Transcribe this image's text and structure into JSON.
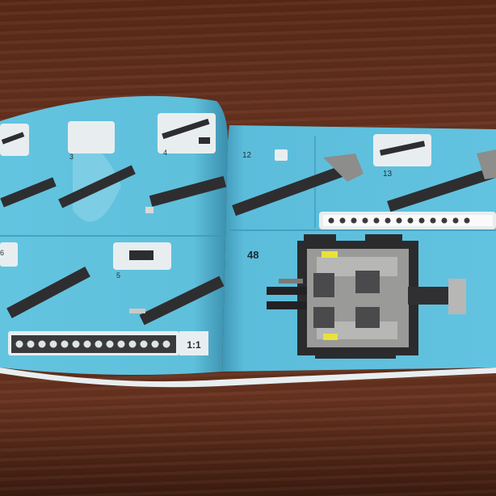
{
  "left_page": {
    "step_labels": [
      "3",
      "4",
      "5",
      "6"
    ],
    "scale_label": "1:1"
  },
  "right_page": {
    "step_labels": [
      "12",
      "13"
    ],
    "big_step": "48"
  },
  "colors": {
    "page_blue": "#5fc0dc",
    "page_blue_dark": "#4aa9c7",
    "table_wood": "#5a2a17",
    "brick_dark": "#2e2e30",
    "brick_gray": "#9a9a98"
  }
}
